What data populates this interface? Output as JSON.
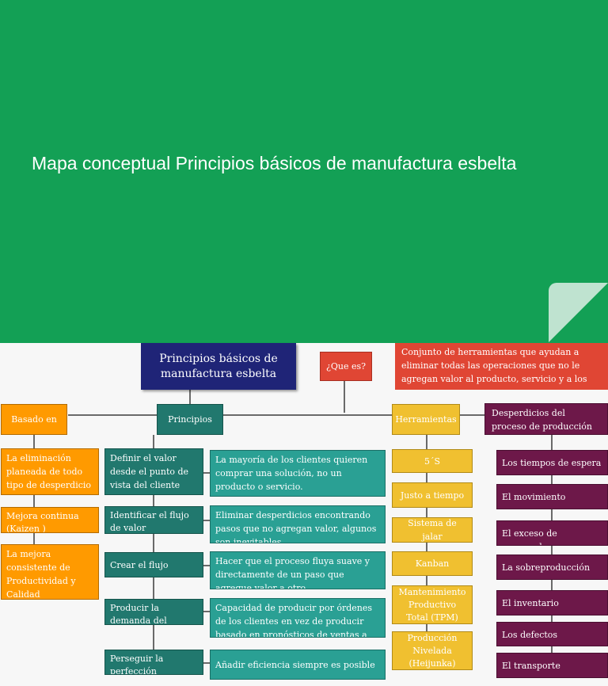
{
  "slide": {
    "title": "Mapa conceptual Principios básicos de manufactura esbelta"
  },
  "map": {
    "main_node": "Principios básicos de manufactura esbelta",
    "question": "¿Que es?",
    "definition": "Conjunto de herramientas que ayudan a eliminar todas las operaciones que no le agregan valor al producto, servicio y a los procesos.",
    "based_on": {
      "label": "Basado en",
      "items": [
        "La eliminación planeada de todo tipo de desperdicio",
        "Mejora continua (Kaizen )",
        " La mejora consistente de Productividad y Calidad"
      ]
    },
    "principles": {
      "label": "Principios",
      "items": [
        {
          "name": "Definir el valor desde el punto de vista del cliente",
          "desc": "La mayoría de los clientes quieren comprar una solución, no un producto o servicio."
        },
        {
          "name": "Identificar el flujo de valor",
          "desc": "Eliminar desperdicios encontrando pasos que no agregan valor, algunos son inevitables."
        },
        {
          "name": "Crear el flujo",
          "desc": "Hacer que el proceso fluya suave y directamente de un paso que agregue valor a otro"
        },
        {
          "name": "Producir la demanda del cliente",
          "desc": "Capacidad  de producir por órdenes de los clientes en vez de producir basado en pronósticos de ventas a largo plazo."
        },
        {
          "name": "Perseguir la perfección",
          "desc": "Añadir eficiencia siempre es posible"
        }
      ]
    },
    "tools": {
      "label": "Herramientas",
      "items": [
        "5´S",
        "Justo a tiempo",
        "Sistema de jalar",
        "Kanban",
        "Mantenimiento Productivo Total (TPM)",
        "Producción Nivelada (Heijunka)"
      ]
    },
    "waste": {
      "label": "Desperdicios del proceso de producción",
      "items": [
        "Los tiempos de espera",
        "El movimiento",
        "El exceso de procesado",
        "La sobreproducción",
        "El inventario",
        "Los defectos",
        "El transporte"
      ]
    }
  },
  "colors": {
    "banner": "#13a055",
    "main_node": "#1f2477",
    "question": "#e04634",
    "based_on": "#ff9a00",
    "principles": "#21786e",
    "descriptions": "#2aa094",
    "tools": "#f0c030",
    "waste": "#6d1849"
  }
}
